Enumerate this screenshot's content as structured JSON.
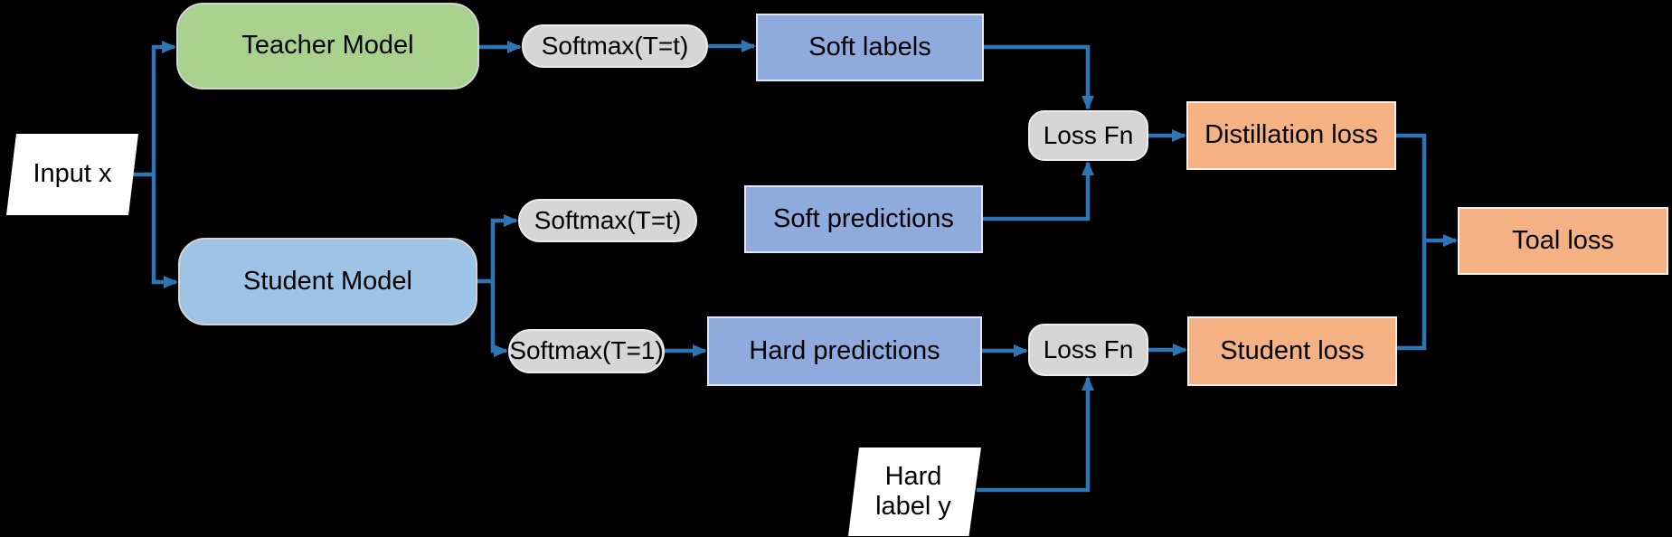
{
  "diagram": {
    "background_color": "#000000",
    "arrow_color": "#2e75b6",
    "nodes": {
      "input_x": {
        "label": "Input x",
        "shape": "parallelogram",
        "fill": "#ffffff"
      },
      "teacher_model": {
        "label": "Teacher Model",
        "shape": "rounded-rect",
        "fill": "#a9d18e"
      },
      "student_model": {
        "label": "Student Model",
        "shape": "rounded-rect",
        "fill": "#9dc3e6"
      },
      "softmax_teacher": {
        "label": "Softmax(T=t)",
        "shape": "pill",
        "fill": "#d6d6d6"
      },
      "softmax_soft": {
        "label": "Softmax(T=t)",
        "shape": "pill",
        "fill": "#d6d6d6"
      },
      "softmax_hard": {
        "label": "Softmax(T=1)",
        "shape": "pill",
        "fill": "#d6d6d6"
      },
      "soft_labels": {
        "label": "Soft labels",
        "shape": "rect",
        "fill": "#8faadc"
      },
      "soft_predictions": {
        "label": "Soft predictions",
        "shape": "rect",
        "fill": "#8faadc"
      },
      "hard_predictions": {
        "label": "Hard predictions",
        "shape": "rect",
        "fill": "#8faadc"
      },
      "loss_fn_distill": {
        "label": "Loss Fn",
        "shape": "pill",
        "fill": "#d6d6d6"
      },
      "loss_fn_student": {
        "label": "Loss Fn",
        "shape": "pill",
        "fill": "#d6d6d6"
      },
      "distillation_loss": {
        "label": "Distillation loss",
        "shape": "rect",
        "fill": "#f4b183"
      },
      "student_loss": {
        "label": "Student loss",
        "shape": "rect",
        "fill": "#f4b183"
      },
      "total_loss": {
        "label": "Toal loss",
        "shape": "rect",
        "fill": "#f4b183"
      },
      "hard_label_y": {
        "label_line1": "Hard",
        "label_line2": "label y",
        "shape": "parallelogram",
        "fill": "#ffffff"
      }
    }
  }
}
